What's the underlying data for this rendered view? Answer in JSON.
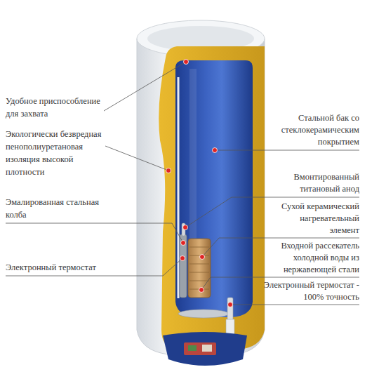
{
  "diagram": {
    "labels": [
      "Удобное приспособление для захвата",
      "Экологически безвредная пенополиуретановая изоляция высокой плотности",
      "Эмалированная стальная колба",
      "Электронный термостат",
      "Стальной бак со стеклокерамическим покрытием",
      "Вмонтированный титановый анод",
      "Сухой керамический нагревательный элемент",
      "Входной рассекатель холодной воды из нержавеющей стали",
      "Электронный термостат - 100% точность"
    ]
  }
}
